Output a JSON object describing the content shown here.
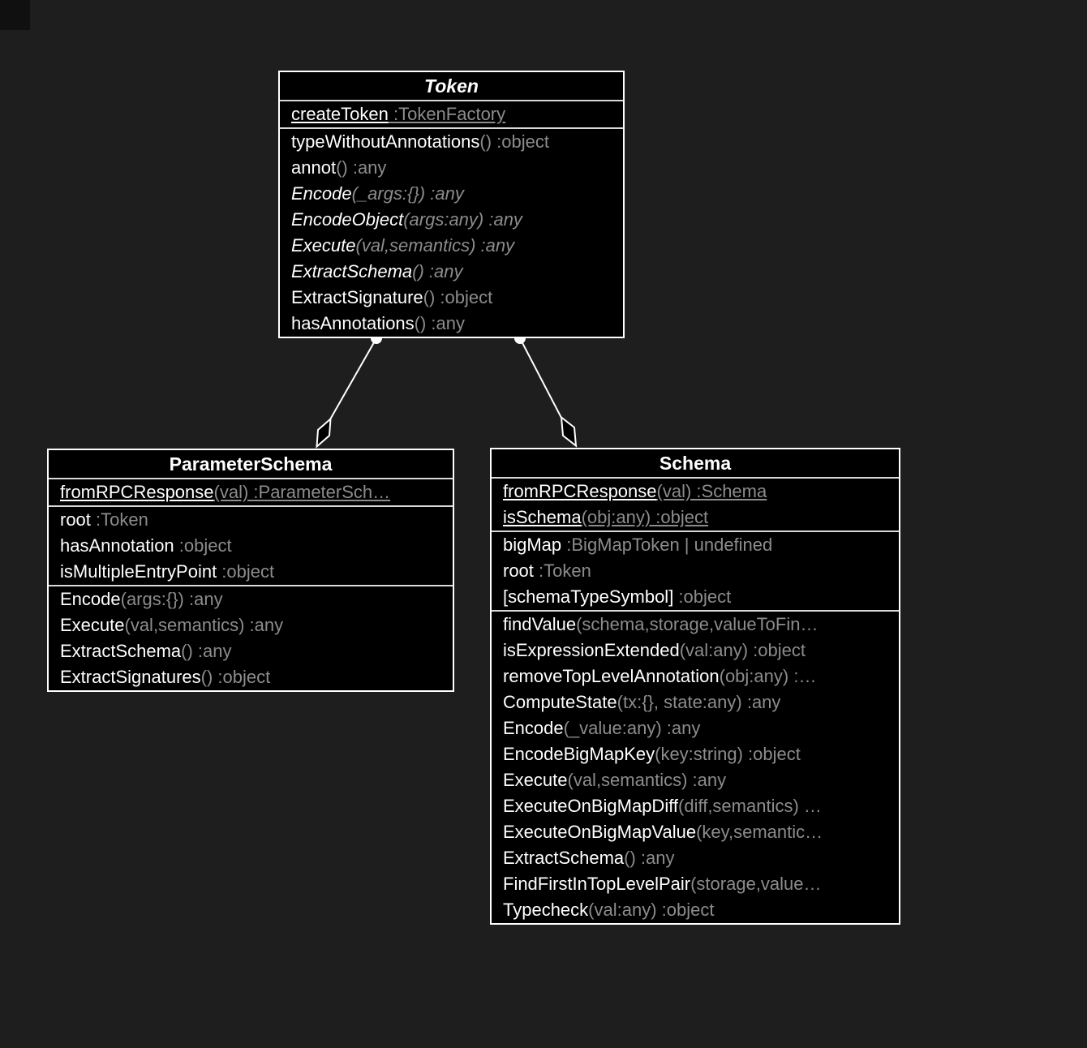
{
  "canvas": {
    "background": "#1e1e1e",
    "box_fill": "#000000",
    "box_border": "#ffffff",
    "text_primary": "#ffffff",
    "text_secondary": "#8c8c8c"
  },
  "classes": [
    {
      "id": "token",
      "title": "Token",
      "abstract": true,
      "sections": [
        {
          "rows": [
            {
              "name": "createToken",
              "sig": " :TokenFactory",
              "static": true
            }
          ]
        },
        {
          "rows": [
            {
              "name": "typeWithoutAnnotations",
              "sig": "() :object"
            },
            {
              "name": "annot",
              "sig": "() :any"
            },
            {
              "name": "Encode",
              "sig": "(_args:{}) :any",
              "italic": true
            },
            {
              "name": "EncodeObject",
              "sig": "(args:any) :any",
              "italic": true
            },
            {
              "name": "Execute",
              "sig": "(val,semantics) :any",
              "italic": true
            },
            {
              "name": "ExtractSchema",
              "sig": "() :any",
              "italic": true
            },
            {
              "name": "ExtractSignature",
              "sig": "() :object"
            },
            {
              "name": "hasAnnotations",
              "sig": "() :any"
            }
          ]
        }
      ]
    },
    {
      "id": "parameter-schema",
      "title": "ParameterSchema",
      "abstract": false,
      "sections": [
        {
          "rows": [
            {
              "name": "fromRPCResponse",
              "sig": "(val) :ParameterSch…",
              "static": true
            }
          ]
        },
        {
          "rows": [
            {
              "name": "root",
              "sig": " :Token"
            },
            {
              "name": "hasAnnotation",
              "sig": " :object"
            },
            {
              "name": "isMultipleEntryPoint",
              "sig": " :object"
            }
          ]
        },
        {
          "rows": [
            {
              "name": "Encode",
              "sig": "(args:{}) :any"
            },
            {
              "name": "Execute",
              "sig": "(val,semantics) :any"
            },
            {
              "name": "ExtractSchema",
              "sig": "() :any"
            },
            {
              "name": "ExtractSignatures",
              "sig": "() :object"
            }
          ]
        }
      ]
    },
    {
      "id": "schema",
      "title": "Schema",
      "abstract": false,
      "sections": [
        {
          "rows": [
            {
              "name": "fromRPCResponse",
              "sig": "(val) :Schema",
              "static": true
            },
            {
              "name": "isSchema",
              "sig": "(obj:any) :object",
              "static": true
            }
          ]
        },
        {
          "rows": [
            {
              "name": "bigMap",
              "sig": " :BigMapToken | undefined"
            },
            {
              "name": "root",
              "sig": " :Token"
            },
            {
              "name": "[schemaTypeSymbol]",
              "sig": " :object"
            }
          ]
        },
        {
          "rows": [
            {
              "name": "findValue",
              "sig": "(schema,storage,valueToFin…"
            },
            {
              "name": "isExpressionExtended",
              "sig": "(val:any) :object"
            },
            {
              "name": "removeTopLevelAnnotation",
              "sig": "(obj:any) :…"
            },
            {
              "name": "ComputeState",
              "sig": "(tx:{}, state:any) :any"
            },
            {
              "name": "Encode",
              "sig": "(_value:any) :any"
            },
            {
              "name": "EncodeBigMapKey",
              "sig": "(key:string) :object"
            },
            {
              "name": "Execute",
              "sig": "(val,semantics) :any"
            },
            {
              "name": "ExecuteOnBigMapDiff",
              "sig": "(diff,semantics) …"
            },
            {
              "name": "ExecuteOnBigMapValue",
              "sig": "(key,semantic…"
            },
            {
              "name": "ExtractSchema",
              "sig": "() :any"
            },
            {
              "name": "FindFirstInTopLevelPair",
              "sig": "(storage,value…"
            },
            {
              "name": "Typecheck",
              "sig": "(val:any) :object"
            }
          ]
        }
      ]
    }
  ],
  "relations": [
    {
      "from": "Token",
      "to": "ParameterSchema",
      "type": "aggregation"
    },
    {
      "from": "Token",
      "to": "Schema",
      "type": "aggregation"
    }
  ]
}
